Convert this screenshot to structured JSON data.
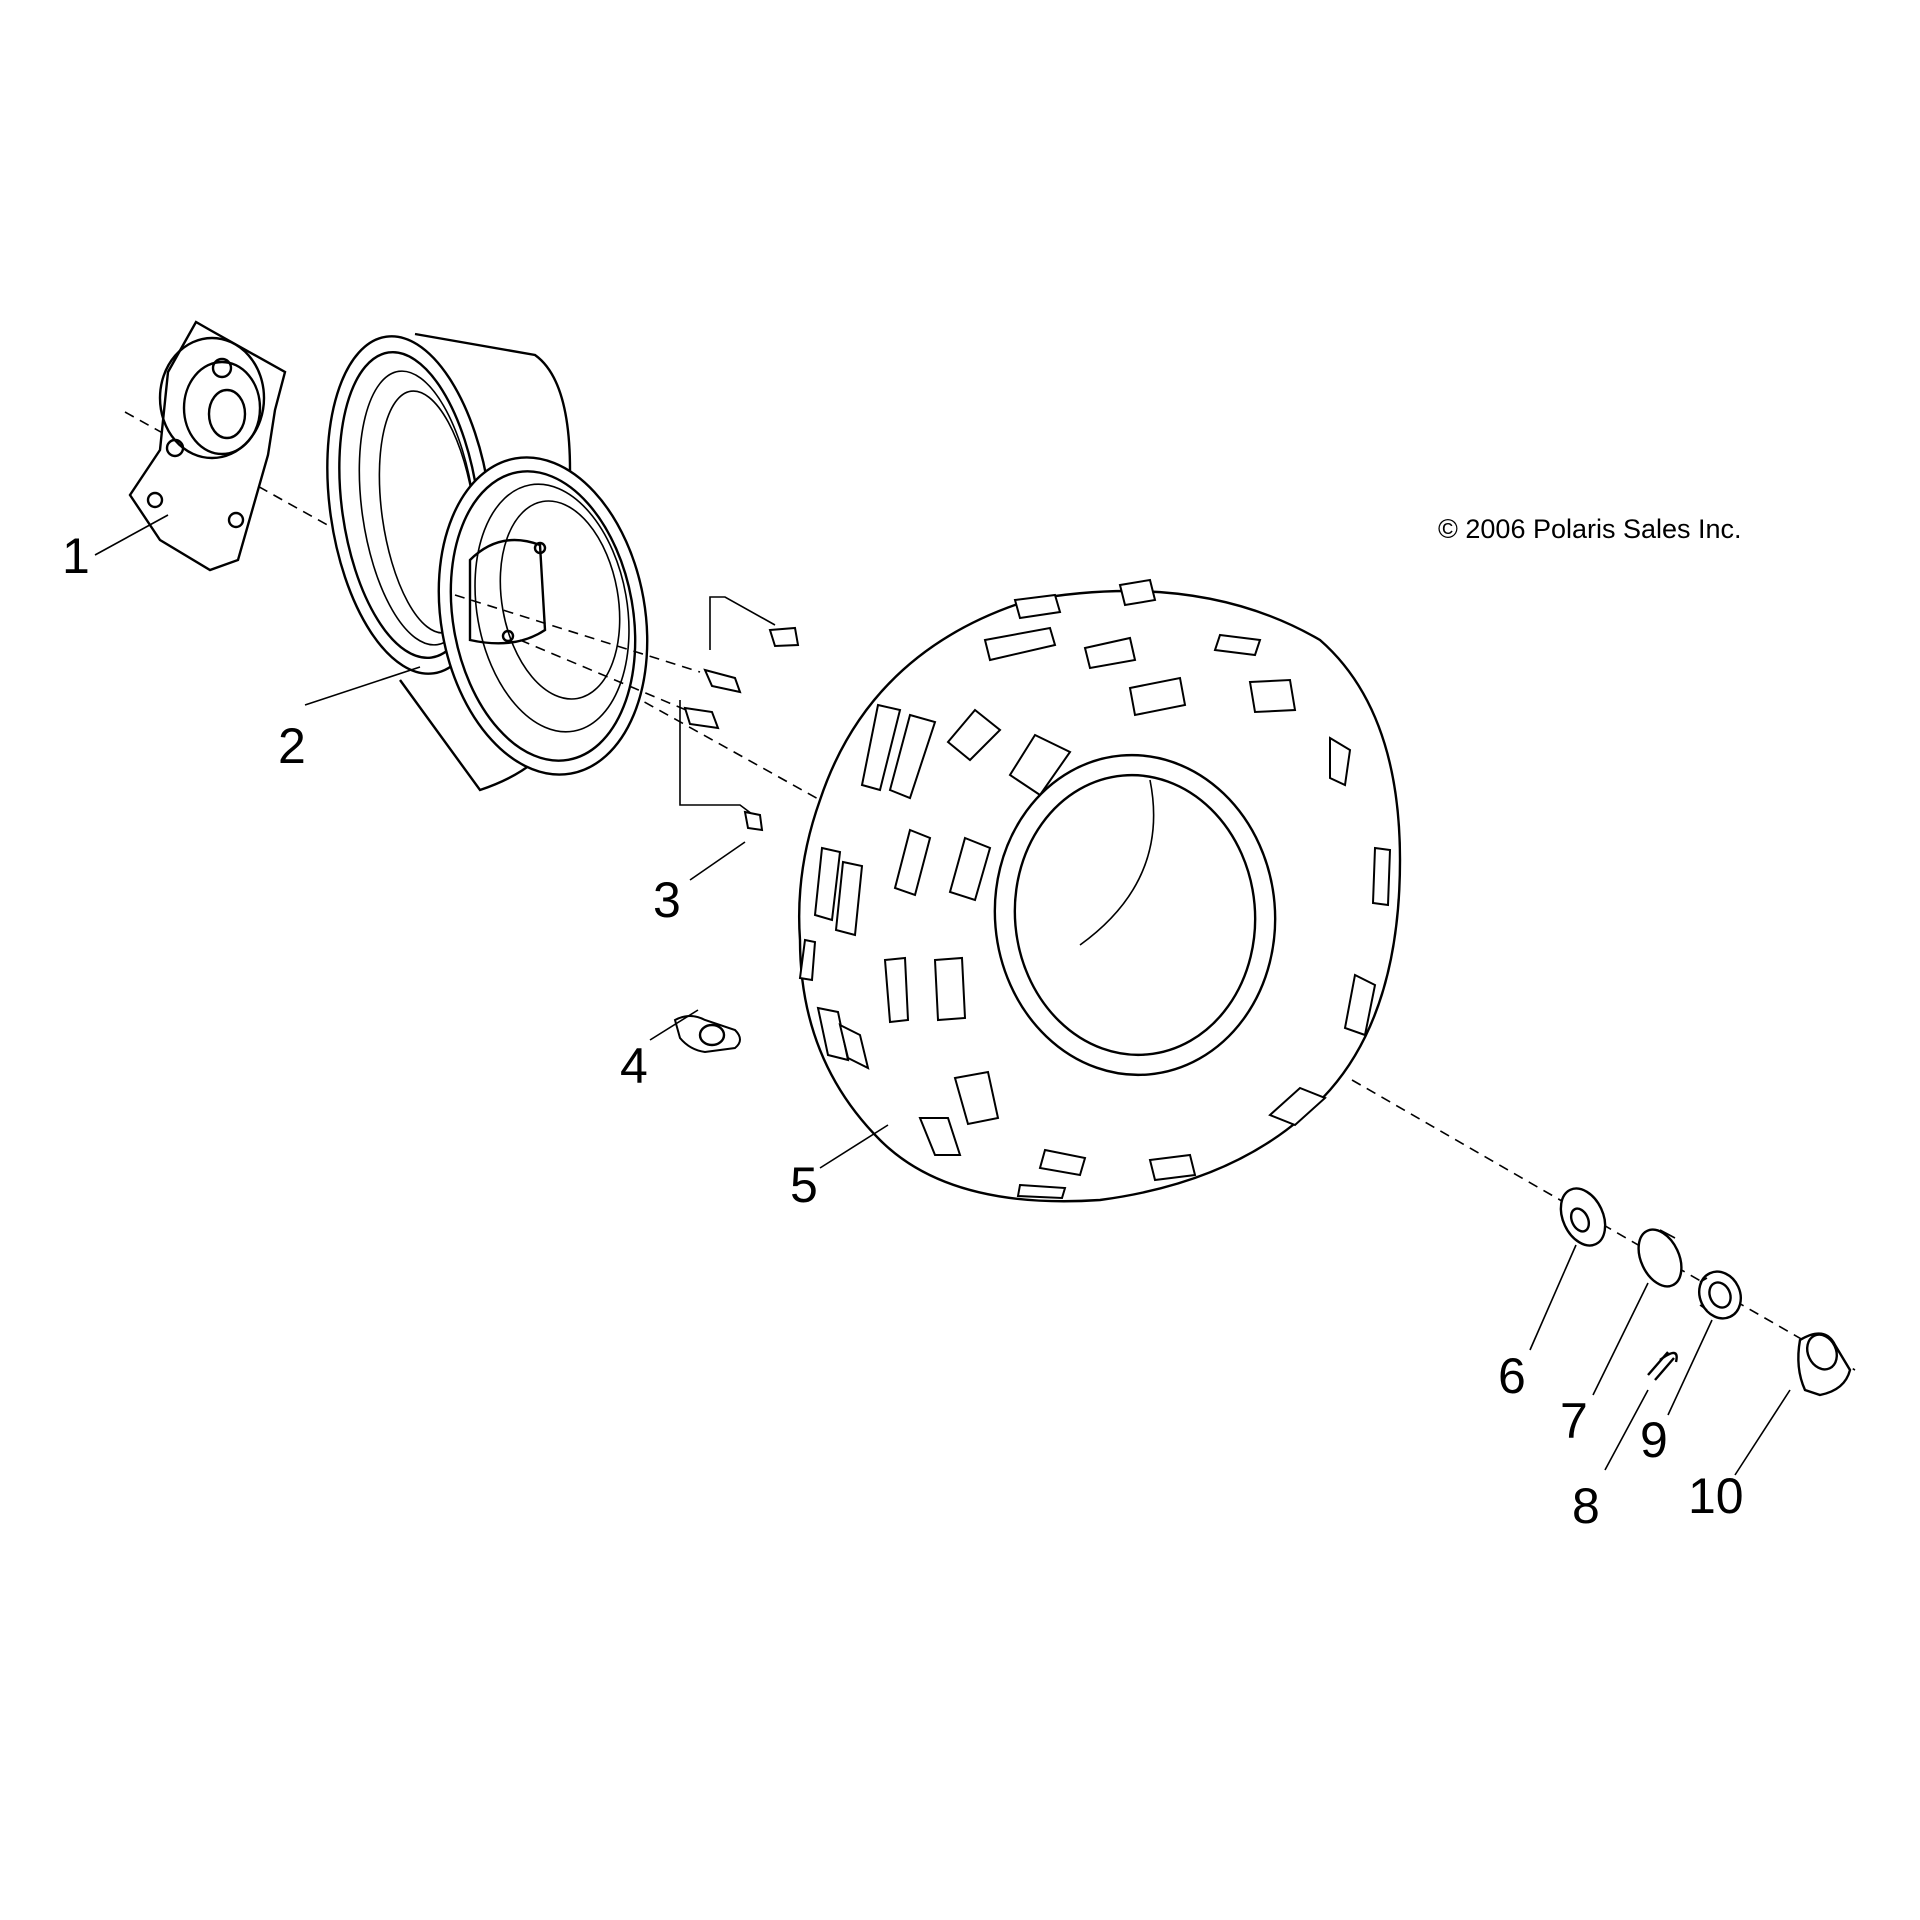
{
  "copyright": "© 2006 Polaris Sales Inc.",
  "callouts": [
    {
      "id": "1",
      "label": "1"
    },
    {
      "id": "2",
      "label": "2"
    },
    {
      "id": "3",
      "label": "3"
    },
    {
      "id": "4",
      "label": "4"
    },
    {
      "id": "5",
      "label": "5"
    },
    {
      "id": "6",
      "label": "6"
    },
    {
      "id": "7",
      "label": "7"
    },
    {
      "id": "8",
      "label": "8"
    },
    {
      "id": "9",
      "label": "9"
    },
    {
      "id": "10",
      "label": "10"
    }
  ]
}
